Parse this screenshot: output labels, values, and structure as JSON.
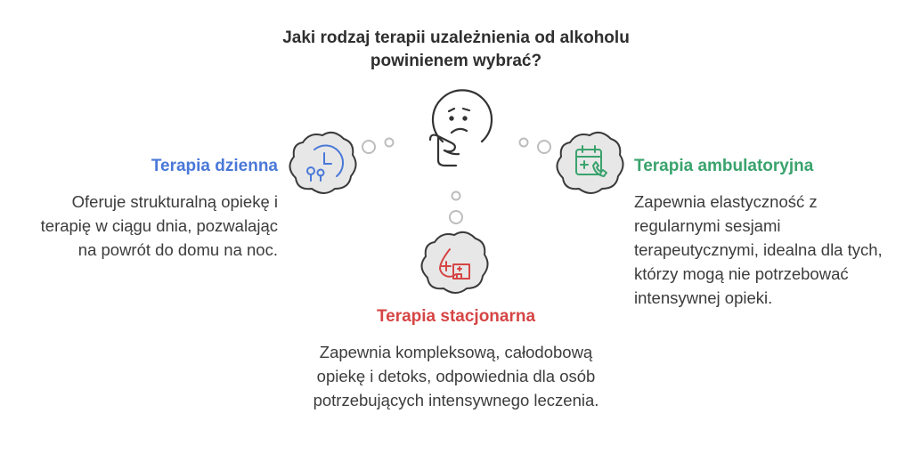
{
  "title": "Jaki rodzaj terapii uzależnienia od alkoholu powinienem wybrać?",
  "options": {
    "day": {
      "heading": "Terapia dzienna",
      "body": "Oferuje strukturalną opiekę i terapię w ciągu dnia, pozwalając na powrót do domu na noc.",
      "color": "#4a78d8",
      "icon": "clock-pills-icon"
    },
    "inpatient": {
      "heading": "Terapia stacjonarna",
      "body": "Zapewnia kompleksową, całodobową opiekę i detoks, odpowiednia dla osób potrzebujących intensywnego leczenia.",
      "color": "#d64545",
      "icon": "hospital-blood-drop-icon"
    },
    "outpatient": {
      "heading": "Terapia ambulatoryjna",
      "body": "Zapewnia elastyczność z regularnymi sesjami terapeutycznymi, idealna dla tych, którzy mogą nie potrzebować intensywnej opieki.",
      "color": "#3aa36d",
      "icon": "calendar-phone-icon"
    }
  },
  "center_icon": "thinking-face-icon"
}
